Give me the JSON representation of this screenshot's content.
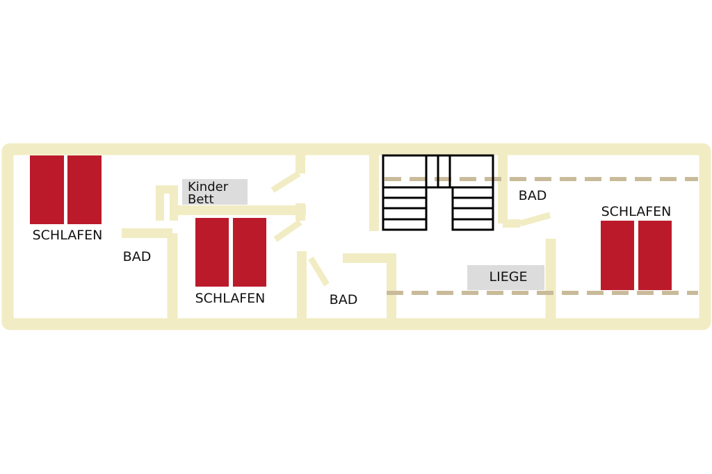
{
  "colors": {
    "wall": "#f1ecc3",
    "bed": "#bb1a2a",
    "tag": "#dcdcdc",
    "dash": "#c9bb9a",
    "stair": "#000000",
    "background": "#ffffff"
  },
  "rooms": {
    "schlafen_left": "SCHLAFEN",
    "bad_left": "BAD",
    "kinder_line1": "Kinder",
    "kinder_line2": "Bett",
    "schlafen_middle": "SCHLAFEN",
    "bad_middle": "BAD",
    "bad_right": "BAD",
    "schlafen_right": "SCHLAFEN",
    "liege": "LIEGE"
  }
}
